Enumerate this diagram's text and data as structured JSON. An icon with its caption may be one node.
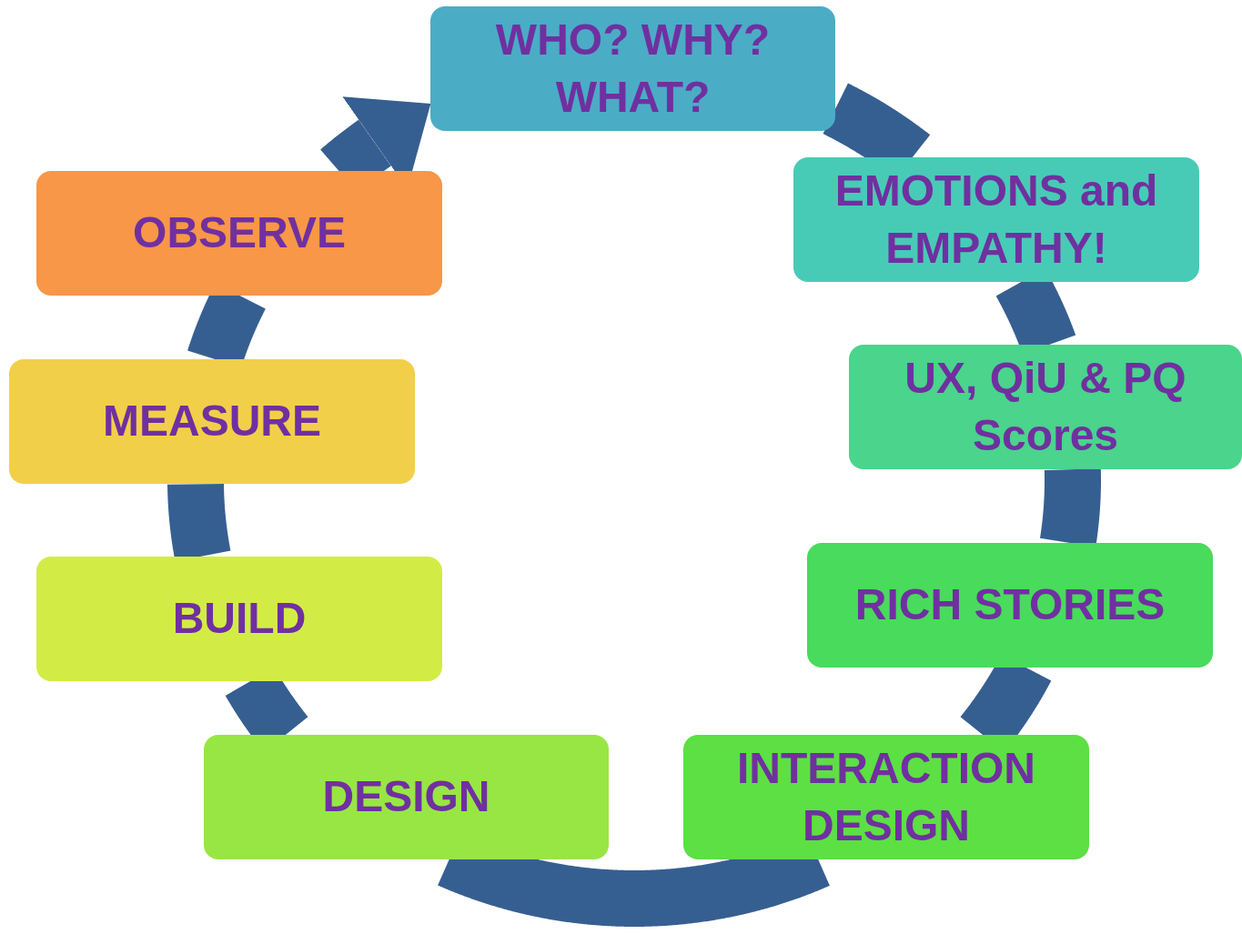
{
  "diagram": {
    "nodes": [
      {
        "text": [
          "WHO? WHY? WHAT?"
        ]
      },
      {
        "text": [
          "EMOTIONS and EMPATHY!"
        ]
      },
      {
        "text": [
          "UX, QiU & PQ Scores"
        ]
      },
      {
        "text": [
          "RICH STORIES"
        ]
      },
      {
        "text": [
          "INTERACTION DESIGN"
        ]
      },
      {
        "text": [
          "DESIGN"
        ]
      },
      {
        "text": [
          "BUILD"
        ]
      },
      {
        "text": [
          "MEASURE"
        ]
      },
      {
        "text": [
          "OBSERVE"
        ]
      }
    ],
    "edges": [
      {
        "from": 0,
        "to": 1,
        "arrow": "none"
      },
      {
        "from": 1,
        "to": 2,
        "arrow": "none"
      },
      {
        "from": 2,
        "to": 3,
        "arrow": "none"
      },
      {
        "from": 3,
        "to": 4,
        "arrow": "none"
      },
      {
        "from": 4,
        "to": 5,
        "arrow": "none"
      },
      {
        "from": 5,
        "to": 6,
        "arrow": "none"
      },
      {
        "from": 6,
        "to": 7,
        "arrow": "none"
      },
      {
        "from": 7,
        "to": 8,
        "arrow": "none"
      },
      {
        "from": 8,
        "to": 0,
        "arrow": "to"
      }
    ]
  }
}
